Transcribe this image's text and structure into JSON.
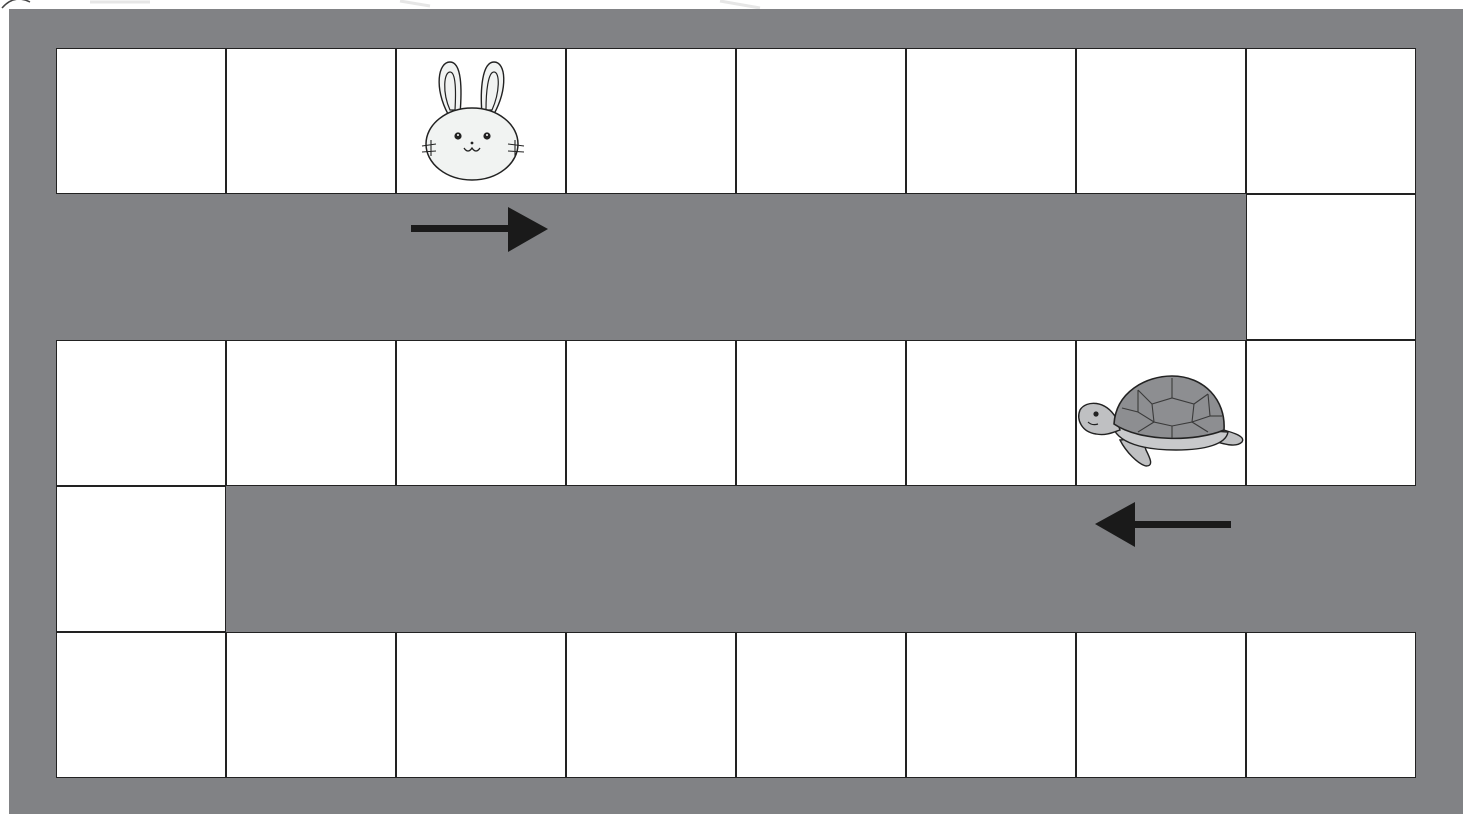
{
  "board": {
    "background_color": "#818285",
    "cell_color": "#ffffff",
    "line_color": "#222222",
    "rows": [
      {
        "index": 0,
        "cells": [
          0,
          1,
          2,
          3,
          4,
          5,
          6,
          7
        ]
      },
      {
        "index": 1,
        "cells": [
          7
        ]
      },
      {
        "index": 2,
        "cells": [
          0,
          1,
          2,
          3,
          4,
          5,
          6,
          7
        ]
      },
      {
        "index": 3,
        "cells": [
          0
        ]
      },
      {
        "index": 4,
        "cells": [
          0,
          1,
          2,
          3,
          4,
          5,
          6,
          7
        ]
      }
    ]
  },
  "pieces": {
    "rabbit": {
      "icon": "rabbit-icon",
      "row": 0,
      "col": 2
    },
    "turtle": {
      "icon": "turtle-icon",
      "row": 2,
      "col": 6
    }
  },
  "arrows": [
    {
      "icon": "arrow-right-icon",
      "direction": "right"
    },
    {
      "icon": "arrow-left-icon",
      "direction": "left"
    }
  ]
}
